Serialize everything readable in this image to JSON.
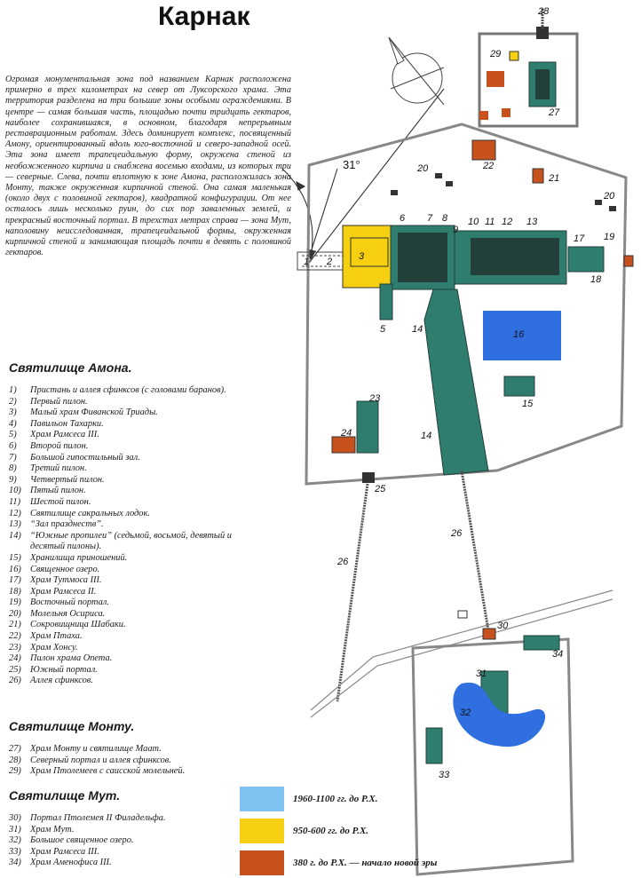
{
  "title": "Карнак",
  "intro": "Огромая монументальная зона под названием Карнак расположена примерно в трех километрах на север от Луксорского храма. Эта территория разделена на три большие зоны особыми ограждениями. В центре — самая большая часть, площадью почти тридцать гектаров, наиболее сохранившаяся, в основном, благодаря непрерывным реставрационным работам. Здесь доминирует комплекс, посвященный Амону, ориентированный вдоль юго-восточной и северо-западной осей. Эта зона имеет трапецеидальную форму, окружена стеной из необожженного кирпича и снабжена восемью входами, из которых три — северные. Слева, почти вплотную к зоне Амона, расположилась зона Монту, также окруженная кирпичной стеной. Она самая маленькая (около двух с половиной гектаров), квадратной конфигурации. От нее осталось лишь несколько руин, до сих пор заваленных землей, и прекрасный восточный портал. В трехстах метрах справа — зона Мут, наполовину неисследованная, трапецеидальной формы, окруженная кирпичной стеной и занимающая площадь почти в девять с половиной гектаров.",
  "angle_label": "31°",
  "sections": {
    "amon": {
      "title": "Святилище Амона.",
      "items": [
        {
          "num": "1)",
          "text": "Пристань и аллея сфинксов (с головами баранов)."
        },
        {
          "num": "2)",
          "text": "Первый пилон."
        },
        {
          "num": "3)",
          "text": "Малый храм Фиванской Триады."
        },
        {
          "num": "4)",
          "text": "Павильон Тахарки."
        },
        {
          "num": "5)",
          "text": "Храм Рамсеса III."
        },
        {
          "num": "6)",
          "text": "Второй пилон."
        },
        {
          "num": "7)",
          "text": "Большой гипостильный зал."
        },
        {
          "num": "8)",
          "text": "Третий пилон."
        },
        {
          "num": "9)",
          "text": "Четвертый пилон."
        },
        {
          "num": "10)",
          "text": "Пятый пилон."
        },
        {
          "num": "11)",
          "text": "Шестой пилон."
        },
        {
          "num": "12)",
          "text": "Святилище сакральных лодок."
        },
        {
          "num": "13)",
          "text": "“Зал празднеств”."
        },
        {
          "num": "14)",
          "text": "“Южные пропилеи” (седьмой, восьмой, девятый и десятый пилоны)."
        },
        {
          "num": "15)",
          "text": "Хранилища приношений."
        },
        {
          "num": "16)",
          "text": "Священное озеро."
        },
        {
          "num": "17)",
          "text": "Храм Тутмоса III."
        },
        {
          "num": "18)",
          "text": "Храм Рамсеса II."
        },
        {
          "num": "19)",
          "text": "Восточный портал."
        },
        {
          "num": "20)",
          "text": "Молельня Осириса."
        },
        {
          "num": "21)",
          "text": "Сокровищница Шабаки."
        },
        {
          "num": "22)",
          "text": "Храм Птаха."
        },
        {
          "num": "23)",
          "text": "Храм Хонсу."
        },
        {
          "num": "24)",
          "text": "Пилон храма Опета."
        },
        {
          "num": "25)",
          "text": "Южный портал."
        },
        {
          "num": "26)",
          "text": "Аллея сфинксов."
        }
      ]
    },
    "montu": {
      "title": "Святилище Монту.",
      "items": [
        {
          "num": "27)",
          "text": "Храм Монту и святилище Маат."
        },
        {
          "num": "28)",
          "text": "Северный портал и аллея сфинксов."
        },
        {
          "num": "29)",
          "text": "Храм Птолемеев с саисской молельней."
        }
      ]
    },
    "mut": {
      "title": "Святилище Мут.",
      "items": [
        {
          "num": "30)",
          "text": "Портал Птолемея II Филадельфа."
        },
        {
          "num": "31)",
          "text": "Храм Мут."
        },
        {
          "num": "32)",
          "text": "Большое священное озеро."
        },
        {
          "num": "33)",
          "text": "Храм Рамсеса III."
        },
        {
          "num": "34)",
          "text": "Храм Аменофиса III."
        }
      ]
    }
  },
  "periods": [
    {
      "label": "1960-1100 гг. до Р.Х.",
      "color": "#7ec3f0"
    },
    {
      "label": "950-600 гг. до Р.Х.",
      "color": "#f5cf10"
    },
    {
      "label": "380 г. до Р.Х. — начало новой эры",
      "color": "#c8521e"
    }
  ],
  "map_colors": {
    "wall": "#6e6e6e",
    "temple_green": "#2f7d6e",
    "temple_dark": "#233f3a",
    "lake_blue": "#2f6fe0",
    "lake_light": "#5fa8ec",
    "yellow": "#f5cf10",
    "brown": "#c8521e"
  },
  "map_labels": {
    "n1": "1",
    "n2": "2",
    "n3": "3",
    "n5": "5",
    "n6": "6",
    "n7": "7",
    "n8": "8",
    "n9": "9",
    "n10": "10",
    "n11": "11",
    "n12": "12",
    "n13": "13",
    "n14a": "14",
    "n14b": "14",
    "n15": "15",
    "n16": "16",
    "n17": "17",
    "n18": "18",
    "n19": "19",
    "n20a": "20",
    "n20b": "20",
    "n21": "21",
    "n22": "22",
    "n23": "23",
    "n24": "24",
    "n25": "25",
    "n26a": "26",
    "n26b": "26",
    "n27": "27",
    "n28": "28",
    "n29": "29",
    "n30": "30",
    "n31": "31",
    "n32": "32",
    "n33": "33",
    "n34": "34"
  }
}
